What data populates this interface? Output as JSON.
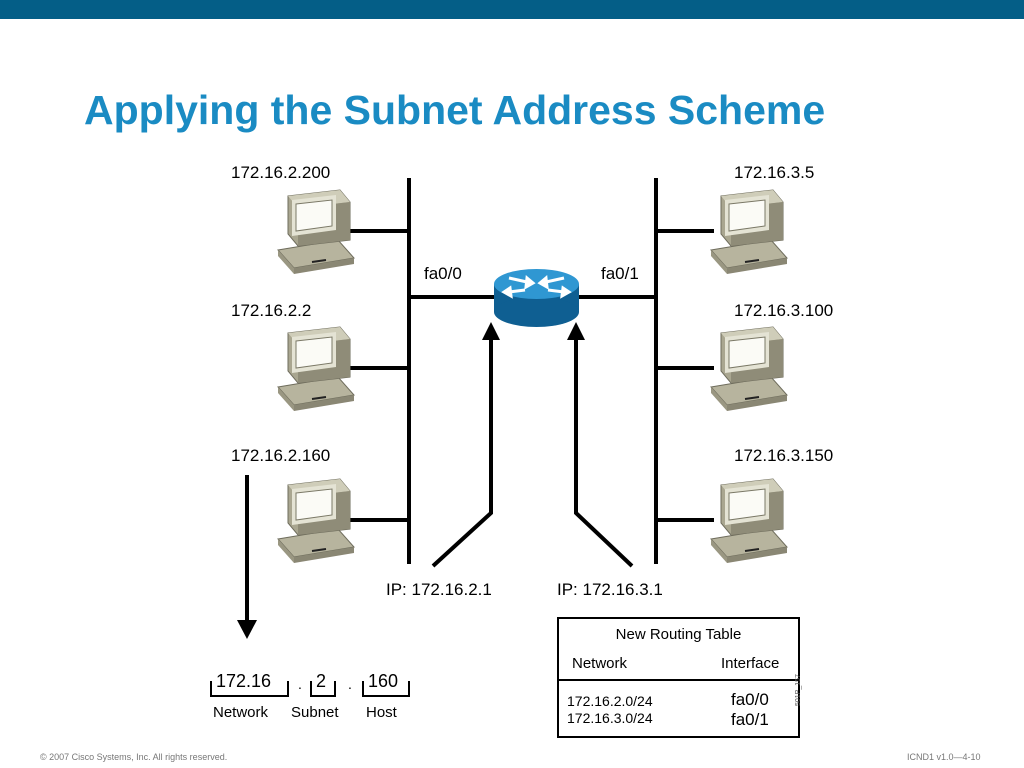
{
  "slide": {
    "title": "Applying the Subnet Address Scheme",
    "footer_left": "© 2007 Cisco Systems, Inc. All rights reserved.",
    "footer_right": "ICND1 v1.0—4-10",
    "side_code": "501P_157",
    "colors": {
      "top_bar": "#045e87",
      "title": "#1a8bc3",
      "router": "#1a7ab8"
    }
  },
  "diagram": {
    "left_hosts": [
      "172.16.2.200",
      "172.16.2.2",
      "172.16.2.160"
    ],
    "right_hosts": [
      "172.16.3.5",
      "172.16.3.100",
      "172.16.3.150"
    ],
    "router": {
      "left_interface": "fa0/0",
      "right_interface": "fa0/1",
      "left_ip": "IP: 172.16.2.1",
      "right_ip": "IP: 172.16.3.1"
    },
    "address_breakdown": {
      "network": "172.16",
      "subnet": "2",
      "host": "160",
      "sep1": ".",
      "sep2": ".",
      "network_label": "Network",
      "subnet_label": "Subnet",
      "host_label": "Host"
    },
    "routing_table": {
      "title": "New Routing Table",
      "col_network": "Network",
      "col_interface": "Interface",
      "rows": [
        {
          "network": "172.16.2.0/24",
          "interface": "fa0/0"
        },
        {
          "network": "172.16.3.0/24",
          "interface": "fa0/1"
        }
      ]
    }
  }
}
